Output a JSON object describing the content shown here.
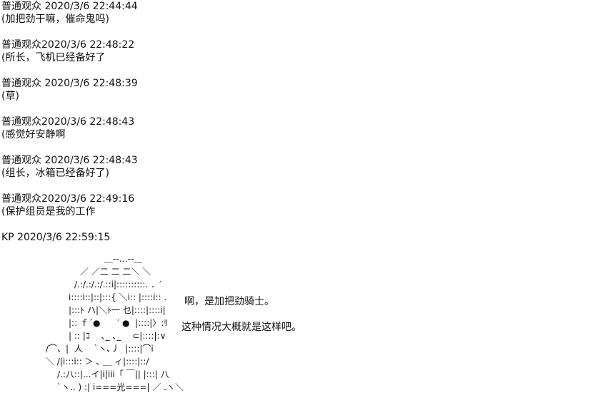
{
  "entries": [
    {
      "header": "普通观众 2020/3/6 22:44:44",
      "text": "(加把劲干嘛，催命鬼吗)"
    },
    {
      "header": "普通观众2020/3/6 22:48:22",
      "text": "(所长，飞机已经备好了"
    },
    {
      "header": "普通观众 2020/3/6 22:48:39",
      "text": "(草)"
    },
    {
      "header": "普通观众2020/3/6 22:48:43",
      "text": "(感觉好安静啊"
    },
    {
      "header": "普通观众 2020/3/6 22:48:43",
      "text": "(组长，冰箱已经备好了)"
    },
    {
      "header": "普通观众2020/3/6 22:49:16",
      "text": "(保护组员是我的工作"
    }
  ],
  "kp_header": "KP 2020/3/6 22:59:15",
  "ascii_art": [
    "＿-‐…‐-＿",
    "／ ／二 二 二＼ ＼",
    "/.:/.:/.:/.::i|::::::::::. ．′",
    "i::::i::|::|:::{ ＼i:: |::::i:: .",
    "|:::ﾄ ハ|＼ﾄ一 乜|::::|::::i|",
    "|:: ｆ´●　　′ ●  |::::|〉:ﾘ",
    "| :: |ｺ　 ､_ ､_ 　⊂|::::|:∨",
    "/⌒、|  人　 `ヽ､丿  |::::|⌒i",
    "＼ /|i:::i:: ＞ ､ ＿ ィ|::::|::/",
    "/.:八::|...イ|i|iiⅰ「 ￣|| |:::| 八",
    "`ヽ.. ) :| i===光===| ／ .ヽ＼"
  ],
  "speech": {
    "line1": "啊，是加把劲骑士。",
    "line2": "这种情况大概就是这样吧。"
  }
}
